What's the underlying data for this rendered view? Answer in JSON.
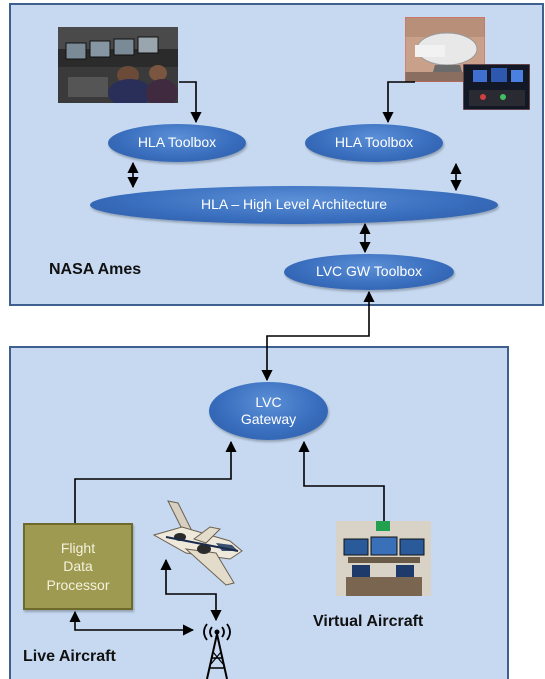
{
  "nodes": {
    "hla_toolbox_left": "HLA Toolbox",
    "hla_toolbox_right": "HLA Toolbox",
    "hla_bar": "HLA – High Level Architecture",
    "lvc_gw_toolbox": "LVC GW Toolbox",
    "lvc_gateway": "LVC\nGateway",
    "flight_data_processor": "Flight\nData\nProcessor"
  },
  "labels": {
    "nasa_ames": "NASA Ames",
    "live_aircraft": "Live Aircraft",
    "virtual_aircraft": "Virtual Aircraft"
  },
  "colors": {
    "panel_fill": "#c6d9f1",
    "panel_border": "#3f5f8f",
    "node_blue": "#3a6fbf",
    "processor_olive": "#9e9a52"
  },
  "icons": {
    "antenna": "radio-antenna-icon",
    "aircraft": "aircraft-photo",
    "control_room": "control-room-photo",
    "simulator": "flight-simulator-photo",
    "cockpit": "cockpit-photo",
    "virtual_station": "virtual-aircraft-station-photo"
  }
}
